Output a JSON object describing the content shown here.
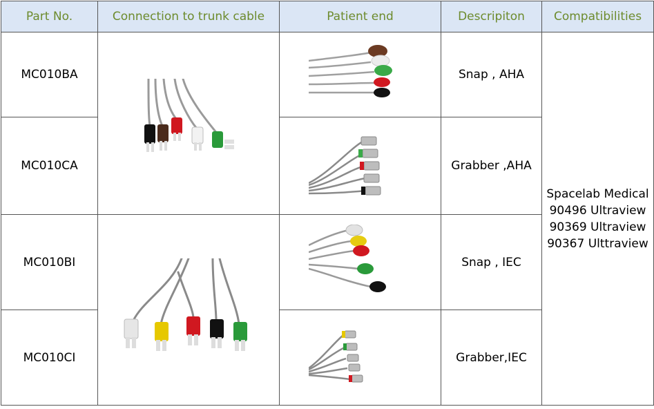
{
  "table": {
    "headers": [
      "Part No.",
      "Connection to trunk cable",
      "Patient end",
      "Descripiton",
      "Compatibilities"
    ],
    "rows": [
      {
        "part_no": "MC010BA",
        "description": "Snap , AHA"
      },
      {
        "part_no": "MC010CA",
        "description": "Grabber ,AHA"
      },
      {
        "part_no": "MC010BI",
        "description": "Snap , IEC"
      },
      {
        "part_no": "MC010CI",
        "description": "Grabber,IEC"
      }
    ],
    "compatibilities": [
      "Spacelab Medical",
      "90496 Ultraview",
      "90369 Ultraview",
      "90367 Ulttraview"
    ]
  },
  "colors": {
    "header_bg": "#dbe6f5",
    "header_text": "#6d8b2d",
    "aha_leads": [
      "#ffffff",
      "#000000",
      "#d01820",
      "#4a2b1c",
      "#2a9a3a"
    ],
    "iec_leads": [
      "#e6e6e6",
      "#e6c800",
      "#d01820",
      "#000000",
      "#2a9a3a"
    ]
  }
}
